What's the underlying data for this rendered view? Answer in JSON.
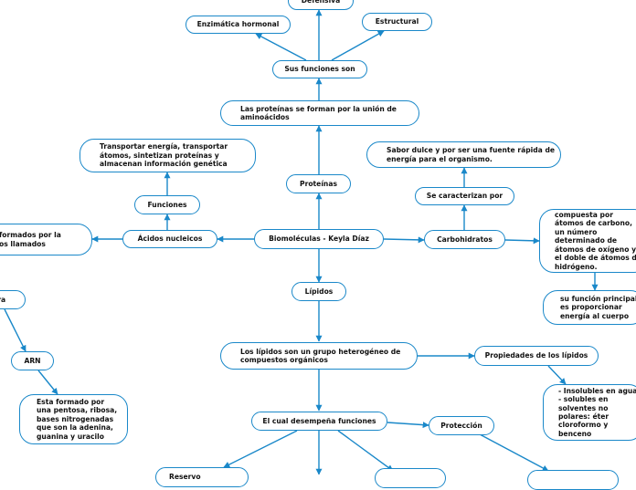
{
  "nodes": {
    "root": "Biomoléculas - Keyla Díaz",
    "proteinas": "Proteínas",
    "prot_union": "Las proteínas se forman por la unión de\naminoácidos",
    "funciones_son": "Sus funciones son",
    "enzimatica": "Enzimática hormonal",
    "defensiva": "Defensiva",
    "estructural": "Estructural",
    "carbohidratos": "Carbohidratos",
    "se_caracterizan": "Se caracterizan por",
    "sabor_dulce": "Sabor dulce y por ser una fuente rápida de\nenergía para el organismo.",
    "compuesta": "compuesta por\nátomos de carbono,\nun número\ndeterminado de\nátomos de oxígeno y\nel doble de átomos de\nhidrógeno.",
    "su_funcion": "su función principal\nes proporcionar\nenergía al cuerpo",
    "acidos": "Ácidos nucleicos",
    "funciones": "Funciones",
    "transportar": "Transportar energía, transportar\nátomos, sintetizan proteínas y\nalmacenan información genética",
    "formados": "formados por la\nos llamados",
    "estructura": "ura",
    "arn": "ARN",
    "arn_desc": "Esta formado por\nuna pentosa, ribosa,\nbases nitrogenadas\nque son la adenina,\nguanina y uracilo",
    "lipidos": "Lípidos",
    "lip_grupo": "Los lípidos son un grupo heterogéneo de\ncompuestos orgánicos",
    "propiedades": "Propiedades de los lípidos",
    "insolubles": "- Insolubles en agua\n- solubles en\nsolventes no\npolares: éter\ncloroformo y\nbenceno",
    "desempena": "El cual desempeña funciones",
    "proteccion": "Protección",
    "reserva": "Reservo"
  }
}
